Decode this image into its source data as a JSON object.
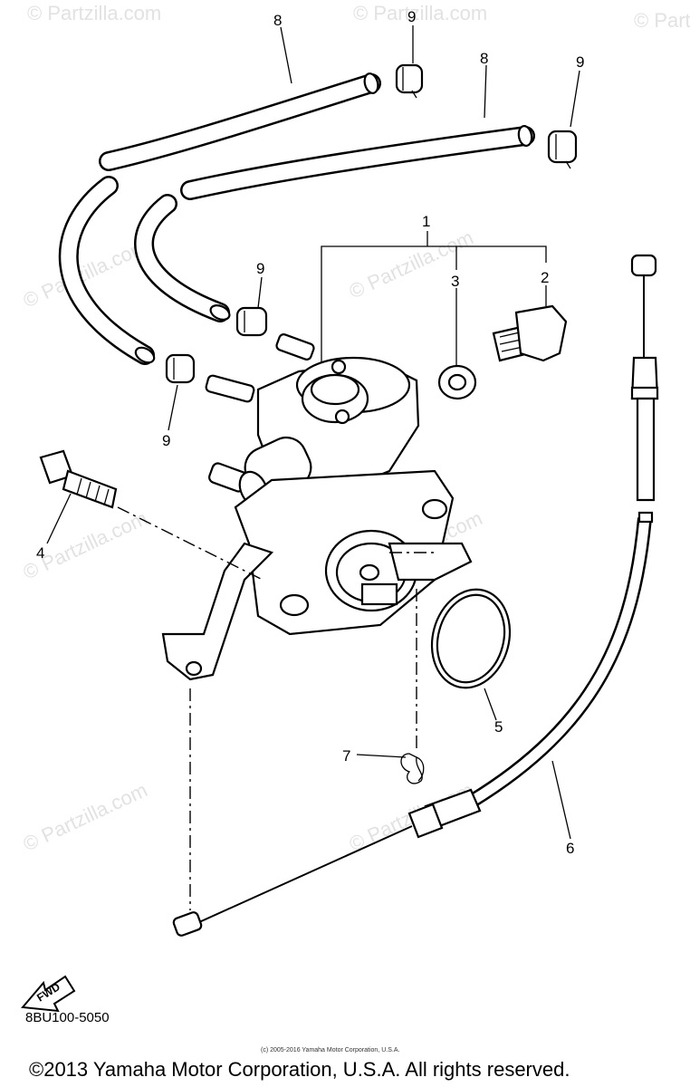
{
  "diagram": {
    "watermarks": [
      "© Partzilla.com",
      "© Partzilla.com",
      "© Partzilla.com",
      "© Partzilla.com",
      "© Partzilla.com",
      "© Partzilla.com",
      "© Partzilla.com",
      "© Partzilla.com",
      "© Partzilla.com"
    ],
    "callouts": {
      "c1": "1",
      "c2": "2",
      "c3": "3",
      "c4": "4",
      "c5": "5",
      "c6": "6",
      "c7": "7",
      "c8a": "8",
      "c8b": "8",
      "c9a": "9",
      "c9b": "9",
      "c9c": "9",
      "c9d": "9"
    },
    "fwd_label": "FWD"
  },
  "footer": {
    "drawing_code": "8BU100-5050",
    "small_copyright": "(c) 2005-2016 Yamaha Motor Corporation, U.S.A.",
    "copyright": "©2013 Yamaha Motor Corporation, U.S.A. All rights reserved."
  }
}
